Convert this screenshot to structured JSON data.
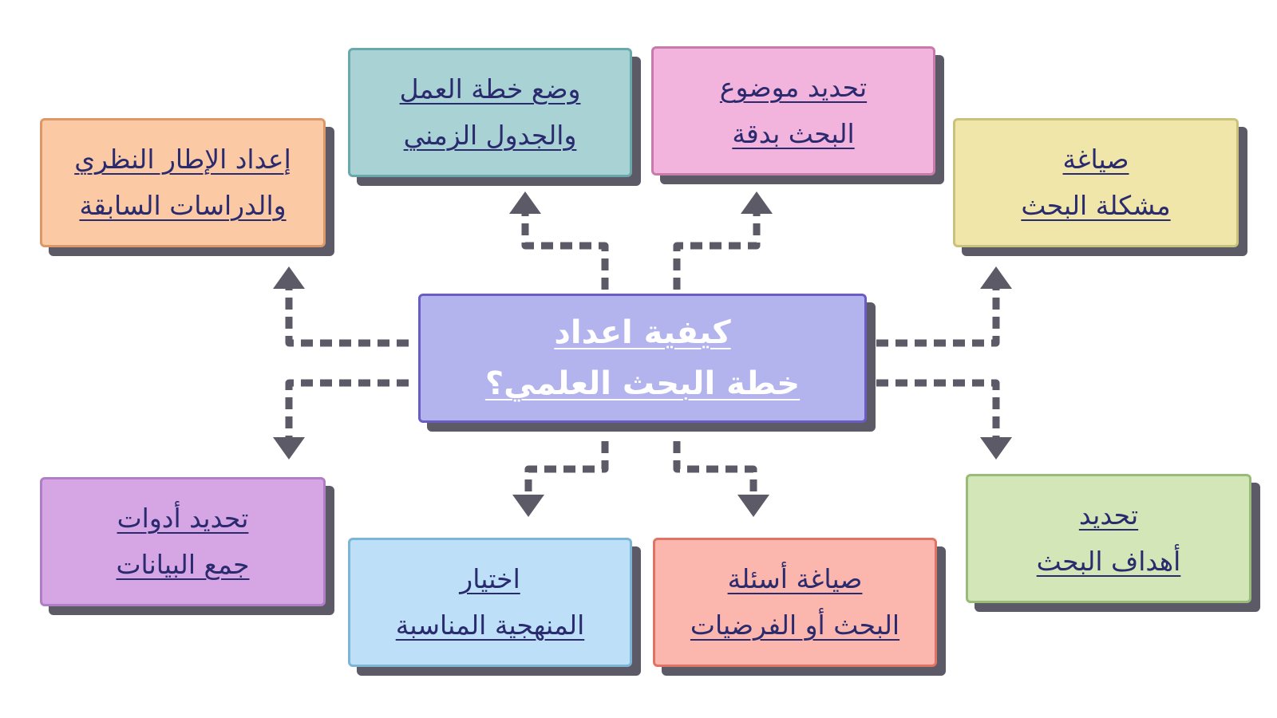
{
  "diagram": {
    "center": {
      "line1": "كيفية اعداد",
      "line2": "خطة البحث العلمي؟",
      "fill": "#b3b3ee",
      "border": "#6a5cc0"
    },
    "steps": [
      {
        "line1": "صياغة",
        "line2": "مشكلة البحث",
        "fill": "#f0e6a9",
        "border": "#c9c27c"
      },
      {
        "line1": "تحديد موضوع",
        "line2": "البحث بدقة",
        "fill": "#f2b4dc",
        "border": "#c77aac"
      },
      {
        "line1": "وضع خطة العمل",
        "line2": "والجدول الزمني",
        "fill": "#a9d2d4",
        "border": "#6aa9ab"
      },
      {
        "line1": "إعداد الإطار النظري",
        "line2": "والدراسات السابقة",
        "fill": "#fbc9a4",
        "border": "#dc9868"
      },
      {
        "line1": "تحديد أدوات",
        "line2": "جمع البيانات",
        "fill": "#d6a6e4",
        "border": "#b07ec4"
      },
      {
        "line1": "اختيار",
        "line2": "المنهجية المناسبة",
        "fill": "#bde0f8",
        "border": "#7cb5d5"
      },
      {
        "line1": "صياغة أسئلة",
        "line2": "البحث أو الفرضيات",
        "fill": "#fbb6ad",
        "border": "#e07266"
      },
      {
        "line1": "تحديد",
        "line2": "أهداف البحث",
        "fill": "#d3e6b7",
        "border": "#98bb79"
      }
    ],
    "connector_color": "#5b5a66"
  }
}
